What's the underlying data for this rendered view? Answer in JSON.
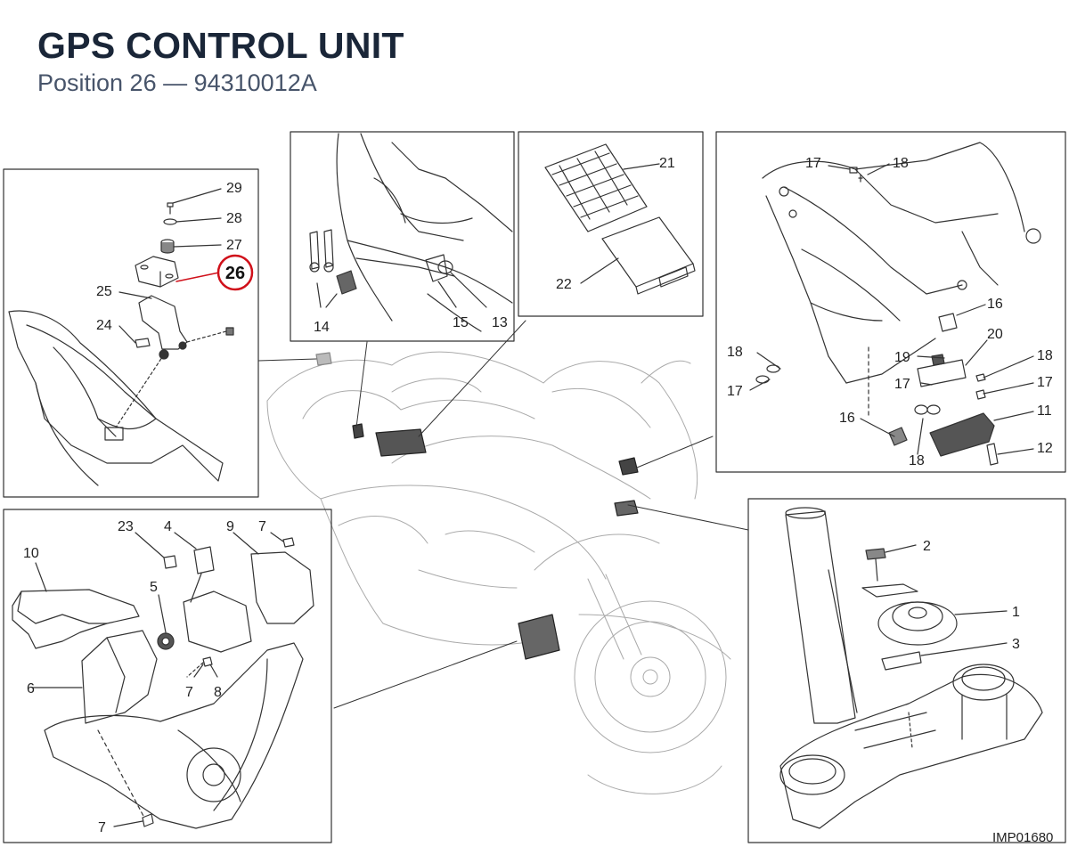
{
  "header": {
    "title": "GPS CONTROL UNIT",
    "subtitle": "Position 26 — 94310012A"
  },
  "drawing_code": "IMP01680",
  "highlight": {
    "label": "26",
    "color": "#d0101a"
  },
  "colors": {
    "line": "#333333",
    "text": "#222222",
    "title": "#1a2638",
    "subtitle": "#47546a"
  },
  "labels": {
    "p1": [
      "29",
      "28",
      "27",
      "25",
      "24"
    ],
    "p2": [
      "14",
      "15",
      "13"
    ],
    "p3": [
      "21",
      "22"
    ],
    "p4": [
      "17",
      "18",
      "16",
      "18",
      "17",
      "20",
      "19",
      "18",
      "17",
      "17",
      "16",
      "11",
      "18",
      "12"
    ],
    "p5": [
      "23",
      "4",
      "9",
      "7",
      "10",
      "5",
      "6",
      "7",
      "8",
      "7"
    ],
    "p6": [
      "2",
      "1",
      "3"
    ]
  }
}
